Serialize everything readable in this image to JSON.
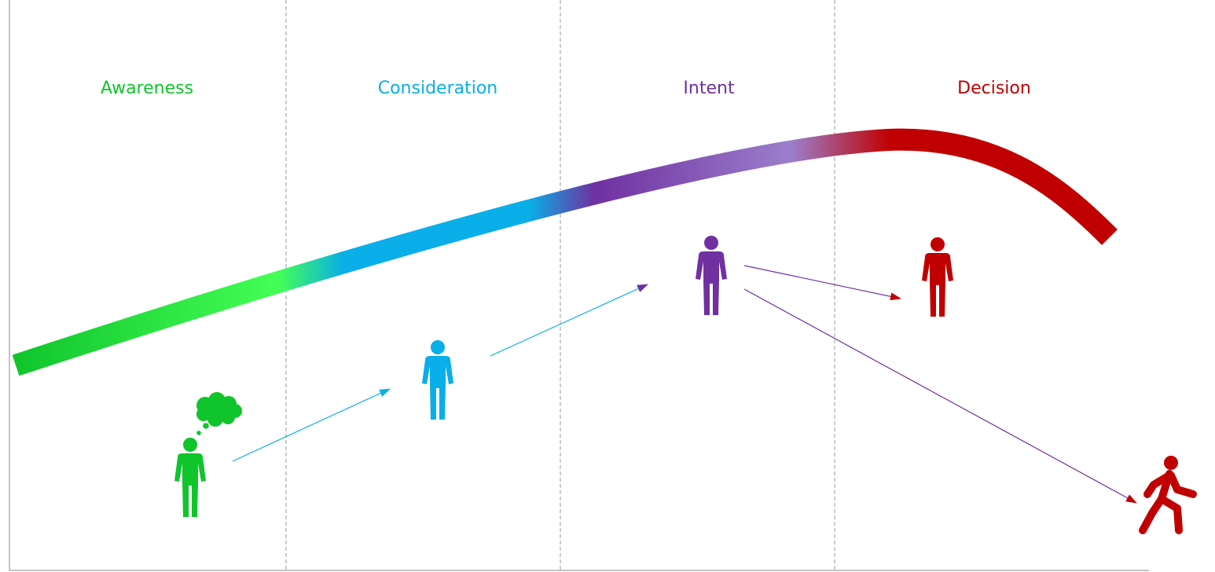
{
  "stages": [
    {
      "label": "Awareness",
      "color": "#10c42c"
    },
    {
      "label": "Consideration",
      "color": "#0aaee8"
    },
    {
      "label": "Intent",
      "color": "#7030a0"
    },
    {
      "label": "Decision",
      "color": "#c00000"
    }
  ],
  "colors": {
    "band_light_green": "#44ff55",
    "band_light_purple": "#9b7fcc",
    "axis": "#888888",
    "divider": "#999999"
  },
  "icons": {
    "thinking_person": "person-with-thought-cloud-icon",
    "standing_person": "standing-person-icon",
    "walking_away_person": "walking-person-icon"
  }
}
